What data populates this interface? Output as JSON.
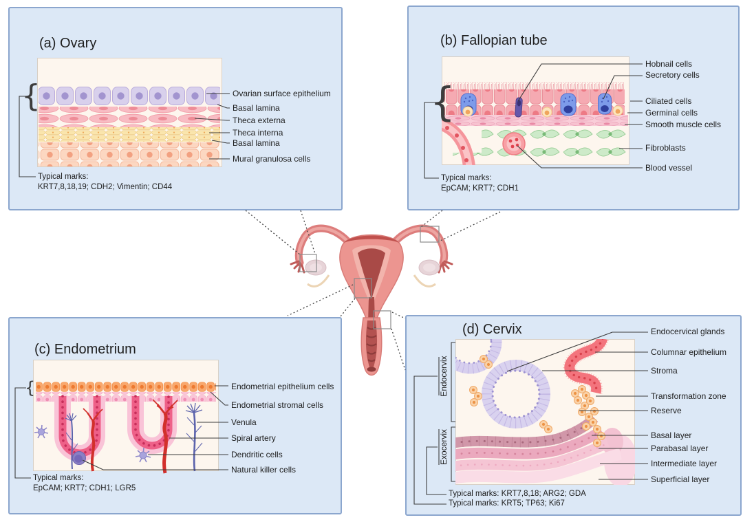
{
  "figure_colors": {
    "panel_background": "#dce8f6",
    "panel_border": "#8ba6ce",
    "illustration_background": "#fdf6ee",
    "uterus_pink": "#ec9590",
    "cavity_red": "#a94a47"
  },
  "panels": {
    "a": {
      "title": "(a) Ovary",
      "labels": [
        "Ovarian surface epithelium",
        "Basal lamina",
        "Theca externa",
        "Theca interna",
        "Basal lamina",
        "Mural granulosa cells"
      ],
      "marks_title": "Typical marks:",
      "marks": "KRT7,8,18,19; CDH2; Vimentin; CD44"
    },
    "b": {
      "title": "(b) Fallopian tube",
      "labels": [
        "Hobnail cells",
        "Secretory cells",
        "Ciliated cells",
        "Germinal cells",
        "Smooth muscle cells",
        "Fibroblasts",
        "Blood vessel"
      ],
      "marks_title": "Typical marks:",
      "marks": "EpCAM; KRT7; CDH1"
    },
    "c": {
      "title": "(c) Endometrium",
      "labels": [
        "Endometrial epithelium cells",
        "Endometrial stromal cells",
        "Venula",
        "Spiral artery",
        "Dendritic cells",
        "Natural killer cells"
      ],
      "marks_title": "Typical marks:",
      "marks": "EpCAM; KRT7; CDH1; LGR5"
    },
    "d": {
      "title": "(d) Cervix",
      "region_labels": [
        "Endocervix",
        "Exocervix"
      ],
      "labels": [
        "Endocervical glands",
        "Columnar epithelium",
        "Stroma",
        "Transformation zone",
        "Reserve",
        "Basal layer",
        "Parabasal layer",
        "Intermediate layer",
        "Superficial layer"
      ],
      "marks_line1": "Typical marks: KRT7,8,18; ARG2; GDA",
      "marks_line2": "Typical marks: KRT5; TP63; Ki67"
    }
  }
}
